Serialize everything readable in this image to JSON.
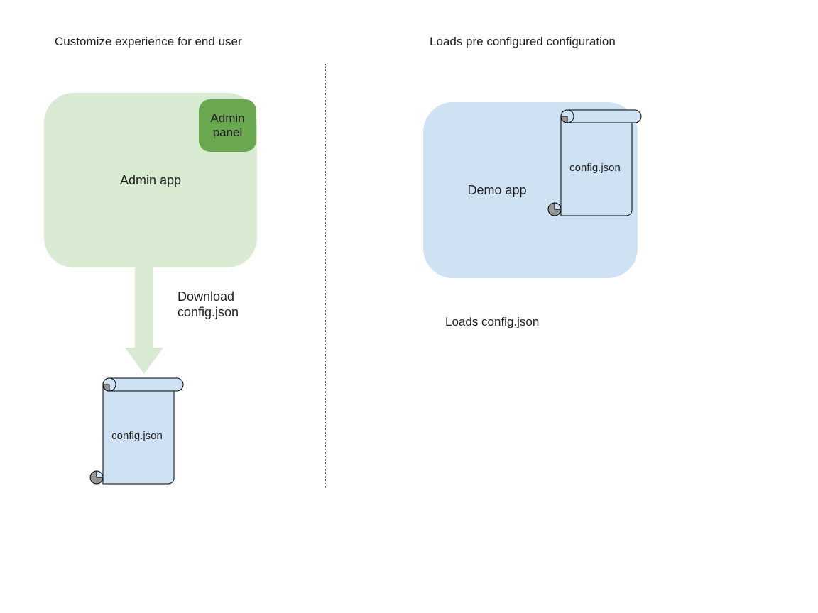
{
  "diagram": {
    "left": {
      "title": "Customize experience for end user",
      "admin_app_label": "Admin app",
      "admin_panel_label": "Admin panel",
      "download_line1": "Download",
      "download_line2": "config.json",
      "config_file_label": "config.json"
    },
    "right": {
      "title": "Loads pre configured configuration",
      "demo_app_label": "Demo app",
      "config_file_label": "config.json",
      "caption": "Loads config.json"
    }
  },
  "colors": {
    "light_green": "#d9ead3",
    "green": "#6aa84f",
    "light_blue": "#cfe2f3",
    "curl_gray": "#949494",
    "outline": "#000000",
    "text": "#1f1f1f",
    "divider": "#666666"
  }
}
